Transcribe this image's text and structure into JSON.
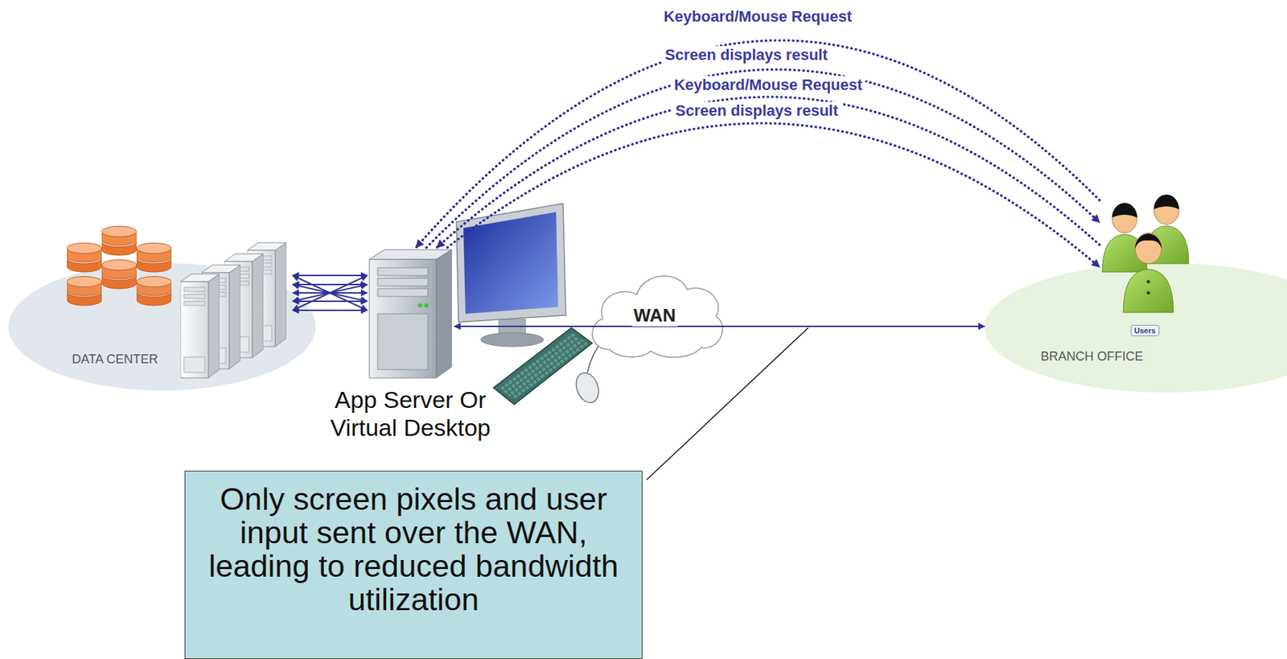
{
  "diagram": {
    "nodes": [
      {
        "text": [
          "DATA CENTER"
        ]
      },
      {
        "text": [
          "App Server Or Virtual Desktop"
        ]
      },
      {
        "text": [
          "WAN"
        ]
      },
      {
        "text": [
          "BRANCH OFFICE"
        ]
      },
      {
        "text": [
          "Users"
        ],
        "in": 3
      },
      {
        "text": [
          "Only screen pixels and user input sent over the WAN, leading to reduced bandwidth utilization"
        ]
      }
    ],
    "edges": [
      {
        "from": 0,
        "to": 1,
        "arrow": "both"
      },
      {
        "from": 1,
        "to": 3,
        "arrow": "both"
      },
      {
        "from": 4,
        "to": 1,
        "label": "Keyboard/Mouse Request",
        "arrow": "to"
      },
      {
        "from": 1,
        "to": 4,
        "label": "Screen displays result",
        "arrow": "to"
      },
      {
        "from": 4,
        "to": 1,
        "label": "Keyboard/Mouse Request",
        "arrow": "to"
      },
      {
        "from": 1,
        "to": 4,
        "label": "Screen displays result",
        "arrow": "to"
      }
    ]
  }
}
